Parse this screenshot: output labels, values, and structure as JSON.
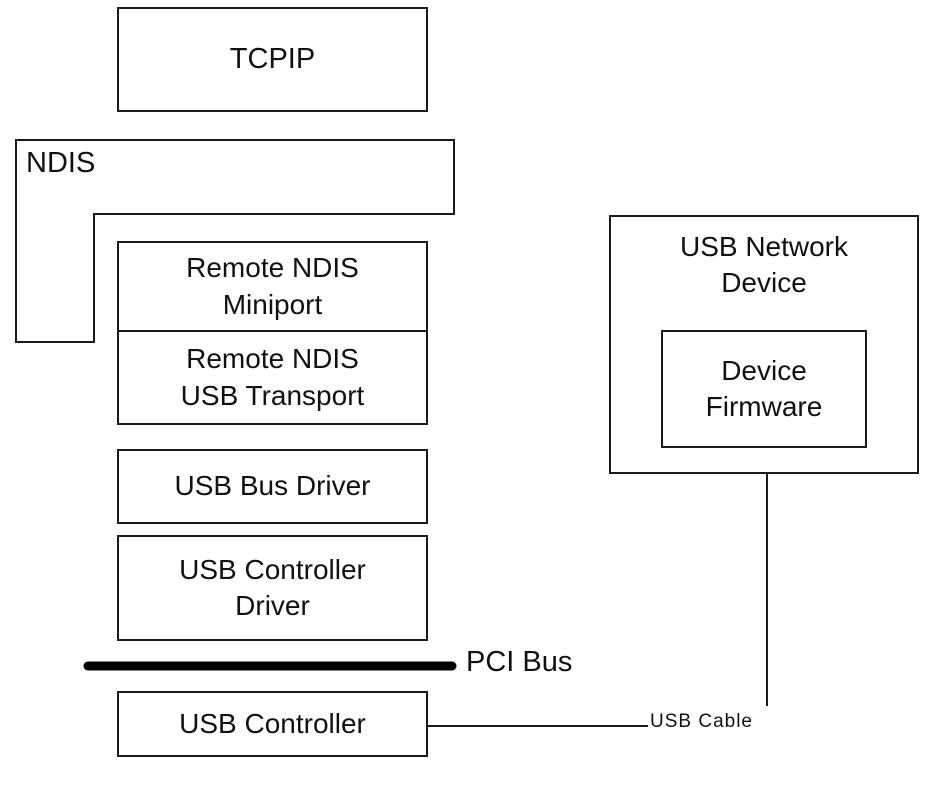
{
  "diagram": {
    "tcpip": {
      "label": "TCPIP"
    },
    "ndis": {
      "label": "NDIS"
    },
    "rndis_miniport": {
      "line1": "Remote NDIS",
      "line2": "Miniport"
    },
    "rndis_usb_transport": {
      "line1": "Remote NDIS",
      "line2": "USB Transport"
    },
    "usb_bus_driver": {
      "label": "USB Bus Driver"
    },
    "usb_controller_driver": {
      "line1": "USB Controller",
      "line2": "Driver"
    },
    "pci_bus": {
      "label": "PCI Bus"
    },
    "usb_controller": {
      "label": "USB Controller"
    },
    "usb_network_device": {
      "line1": "USB Network",
      "line2": "Device"
    },
    "device_firmware": {
      "line1": "Device",
      "line2": "Firmware"
    },
    "usb_cable": {
      "label": "USB Cable"
    }
  }
}
